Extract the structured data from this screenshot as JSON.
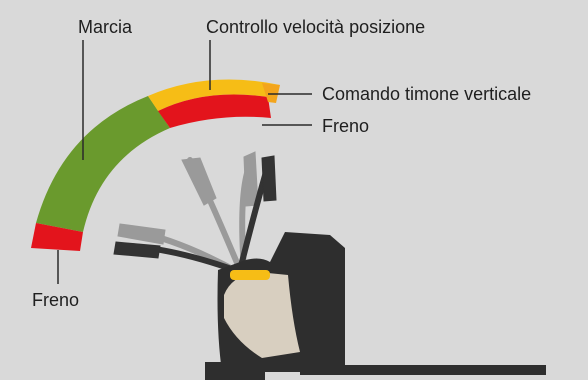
{
  "labels": {
    "marcia": "Marcia",
    "controllo_velocita": "Controllo velocità posizione",
    "comando_timone": "Comando timone verticale",
    "freno_right": "Freno",
    "freno_left": "Freno"
  },
  "colors": {
    "background": "#d9d9d9",
    "marcia_zone": "#6a9a2d",
    "freno_zone": "#e3141c",
    "controllo_zone": "#f6bd16",
    "comando_zone": "#f3a51c",
    "leader_line": "#2b2b2b",
    "truck_body": "#2e2e2e",
    "truck_panel": "#d8cfc0",
    "truck_accent": "#f6bd16",
    "tiller_ghost": "#9a9a9a",
    "tiller_active": "#333333"
  }
}
